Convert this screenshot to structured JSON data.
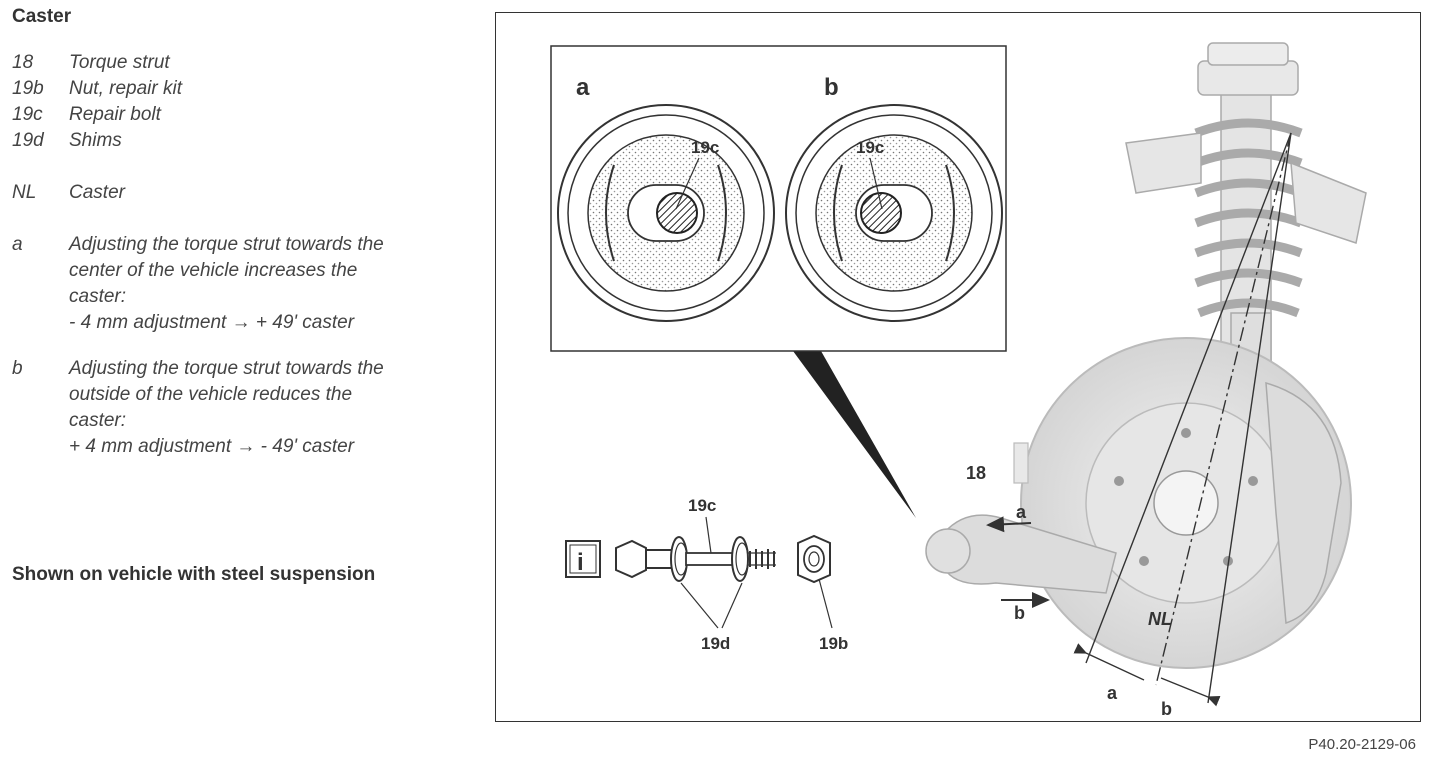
{
  "legend": {
    "title": "Caster",
    "items": [
      {
        "code": "18",
        "text": "Torque strut"
      },
      {
        "code": "19b",
        "text": "Nut, repair kit"
      },
      {
        "code": "19c",
        "text": "Repair bolt"
      },
      {
        "code": "19d",
        "text": "Shims"
      }
    ],
    "nl": {
      "code": "NL",
      "text": "Caster"
    },
    "notes": [
      {
        "code": "a",
        "lines": [
          "Adjusting the torque strut towards the",
          "center of the vehicle increases the",
          "caster:",
          "- 4 mm adjustment → + 49' caster"
        ]
      },
      {
        "code": "b",
        "lines": [
          "Adjusting the torque strut towards the",
          "outside of the vehicle reduces the",
          "caster:",
          "+ 4 mm adjustment → - 49' caster"
        ]
      }
    ],
    "shown_on": "Shown on vehicle with steel suspension"
  },
  "figure": {
    "inset": {
      "label_a": "a",
      "label_b": "b",
      "bolt_label": "19c"
    },
    "kit": {
      "info_symbol": "i",
      "bolt": "19c",
      "shims": "19d",
      "nut": "19b"
    },
    "vehicle": {
      "strut": "18",
      "arrow_a": "a",
      "arrow_b": "b",
      "caster_label": "NL",
      "dim_a": "a",
      "dim_b": "b"
    }
  },
  "figure_ref": "P40.20-2129-06"
}
